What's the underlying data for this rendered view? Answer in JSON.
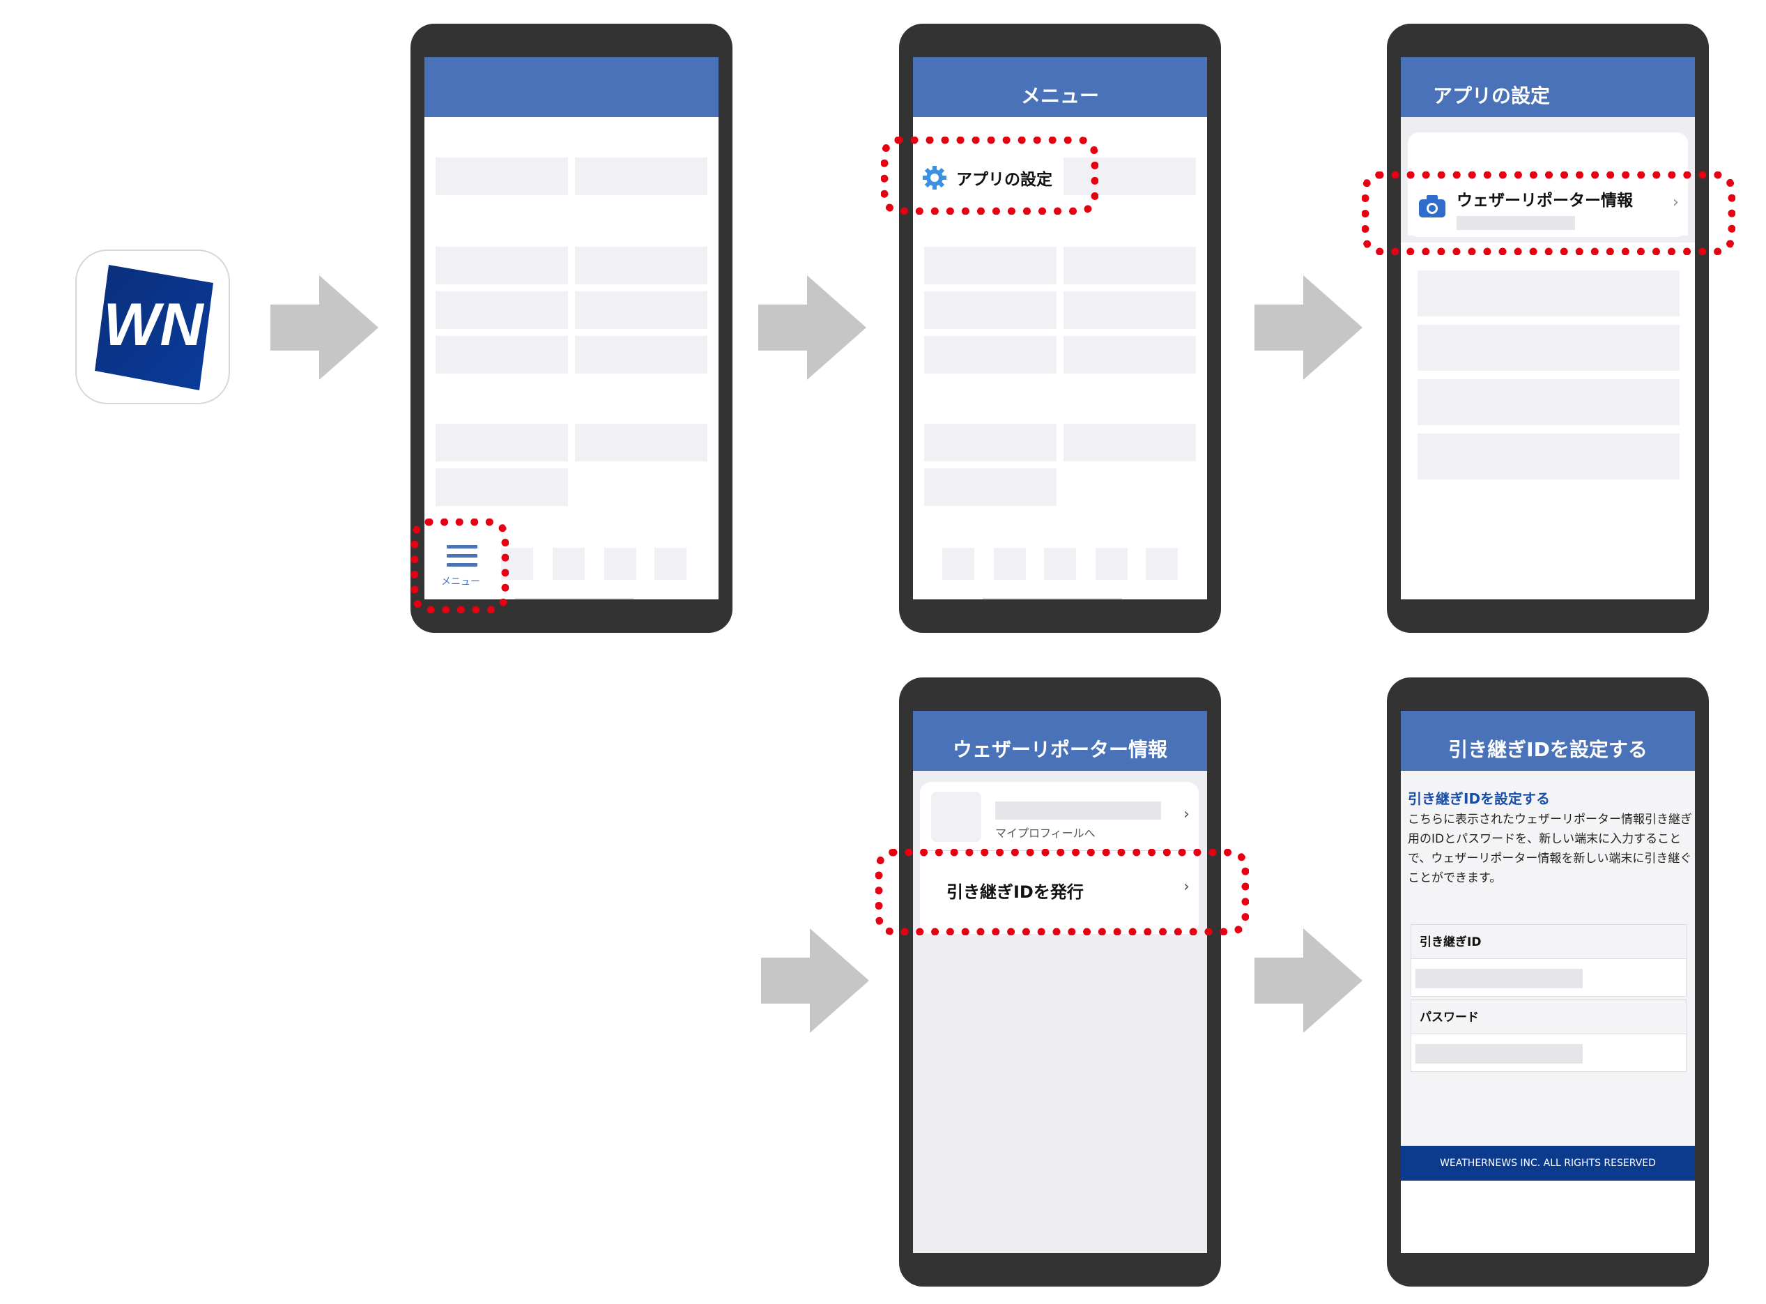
{
  "menu_tab_label": "メニュー",
  "screen_menu": {
    "title": "メニュー",
    "app_settings_label": "アプリの設定"
  },
  "screen_settings": {
    "title": "アプリの設定",
    "reporter_info_label": "ウェザーリポーター情報"
  },
  "screen_reporter": {
    "title": "ウェザーリポーター情報",
    "profile_link": "マイプロフィールへ",
    "issue_id_label": "引き継ぎIDを発行"
  },
  "screen_transfer": {
    "title": "引き継ぎIDを設定する",
    "section_title": "引き継ぎIDを設定する",
    "description": "こちらに表示されたウェザーリポーター情報引き継ぎ用のIDとパスワードを、新しい端末に入力することで、ウェザーリポーター情報を新しい端末に引き継ぐことができます。",
    "id_label": "引き継ぎID",
    "password_label": "パスワード",
    "footer": "WEATHERNEWS INC. ALL RIGHTS RESERVED"
  },
  "colors": {
    "header_blue": "#4a72b8",
    "highlight_red": "#e60012",
    "footer_navy": "#0c3a8d",
    "phone_frame": "#333333"
  },
  "icons": {
    "gear": "gear-icon",
    "camera": "camera-icon",
    "hamburger": "hamburger-menu-icon",
    "chevron": "chevron-right-icon"
  }
}
